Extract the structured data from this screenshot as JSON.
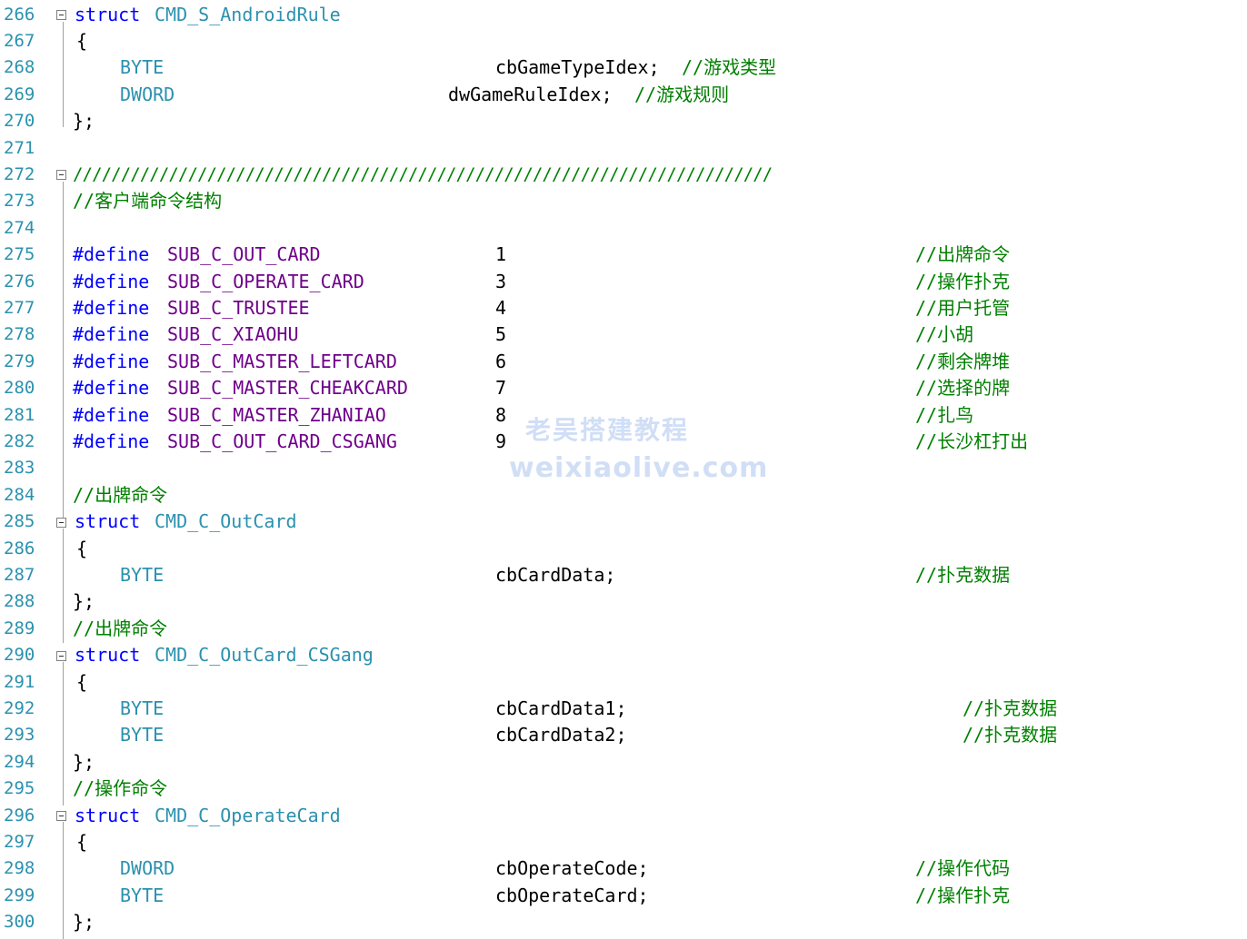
{
  "editor": {
    "line_numbers": [
      "266",
      "267",
      "268",
      "269",
      "270",
      "271",
      "272",
      "273",
      "274",
      "275",
      "276",
      "277",
      "278",
      "279",
      "280",
      "281",
      "282",
      "283",
      "284",
      "285",
      "286",
      "287",
      "288",
      "289",
      "290",
      "291",
      "292",
      "293",
      "294",
      "295",
      "296",
      "297",
      "298",
      "299",
      "300"
    ],
    "lines": {
      "l266": {
        "kw": "struct",
        "name": "CMD_S_AndroidRule"
      },
      "l267": {
        "text": "{"
      },
      "l268": {
        "type": "BYTE",
        "field": "cbGameTypeIdex;",
        "comment": "//游戏类型"
      },
      "l269": {
        "type": "DWORD",
        "field": "dwGameRuleIdex;",
        "comment": "//游戏规则"
      },
      "l270": {
        "text": "};"
      },
      "l272": {
        "comment": "/////////////////////////////////////////////////////////////////////////"
      },
      "l273": {
        "comment": "//客户端命令结构"
      },
      "l275": {
        "directive": "#define",
        "macro": "SUB_C_OUT_CARD",
        "value": "1",
        "comment": "//出牌命令"
      },
      "l276": {
        "directive": "#define",
        "macro": "SUB_C_OPERATE_CARD",
        "value": "3",
        "comment": "//操作扑克"
      },
      "l277": {
        "directive": "#define",
        "macro": "SUB_C_TRUSTEE",
        "value": "4",
        "comment": "//用户托管"
      },
      "l278": {
        "directive": "#define",
        "macro": "SUB_C_XIAOHU",
        "value": "5",
        "comment": "//小胡"
      },
      "l279": {
        "directive": "#define",
        "macro": "SUB_C_MASTER_LEFTCARD",
        "value": "6",
        "comment": "//剩余牌堆"
      },
      "l280": {
        "directive": "#define",
        "macro": "SUB_C_MASTER_CHEAKCARD",
        "value": "7",
        "comment": "//选择的牌"
      },
      "l281": {
        "directive": "#define",
        "macro": "SUB_C_MASTER_ZHANIAO",
        "value": "8",
        "comment": "//扎鸟"
      },
      "l282": {
        "directive": "#define",
        "macro": "SUB_C_OUT_CARD_CSGANG",
        "value": "9",
        "comment": "//长沙杠打出"
      },
      "l284": {
        "comment": "//出牌命令"
      },
      "l285": {
        "kw": "struct",
        "name": "CMD_C_OutCard"
      },
      "l286": {
        "text": "{"
      },
      "l287": {
        "type": "BYTE",
        "field": "cbCardData;",
        "comment": "//扑克数据"
      },
      "l288": {
        "text": "};"
      },
      "l289": {
        "comment": "//出牌命令"
      },
      "l290": {
        "kw": "struct",
        "name": "CMD_C_OutCard_CSGang"
      },
      "l291": {
        "text": "{"
      },
      "l292": {
        "type": "BYTE",
        "field": "cbCardData1;",
        "comment": "//扑克数据"
      },
      "l293": {
        "type": "BYTE",
        "field": "cbCardData2;",
        "comment": "//扑克数据"
      },
      "l294": {
        "text": "};"
      },
      "l295": {
        "comment": "//操作命令"
      },
      "l296": {
        "kw": "struct",
        "name": "CMD_C_OperateCard"
      },
      "l297": {
        "text": "{"
      },
      "l298": {
        "type": "DWORD",
        "field": "cbOperateCode;",
        "comment": "//操作代码"
      },
      "l299": {
        "type": "BYTE",
        "field": "cbOperateCard;",
        "comment": "//操作扑克"
      },
      "l300": {
        "text": "};"
      }
    }
  },
  "watermark": {
    "line1": "老吴搭建教程",
    "line2": "weixiaolive.com"
  },
  "colors": {
    "keyword": "#0000ff",
    "type": "#2b91af",
    "macro": "#6f008a",
    "comment": "#008000",
    "line_number": "#2b91af"
  }
}
